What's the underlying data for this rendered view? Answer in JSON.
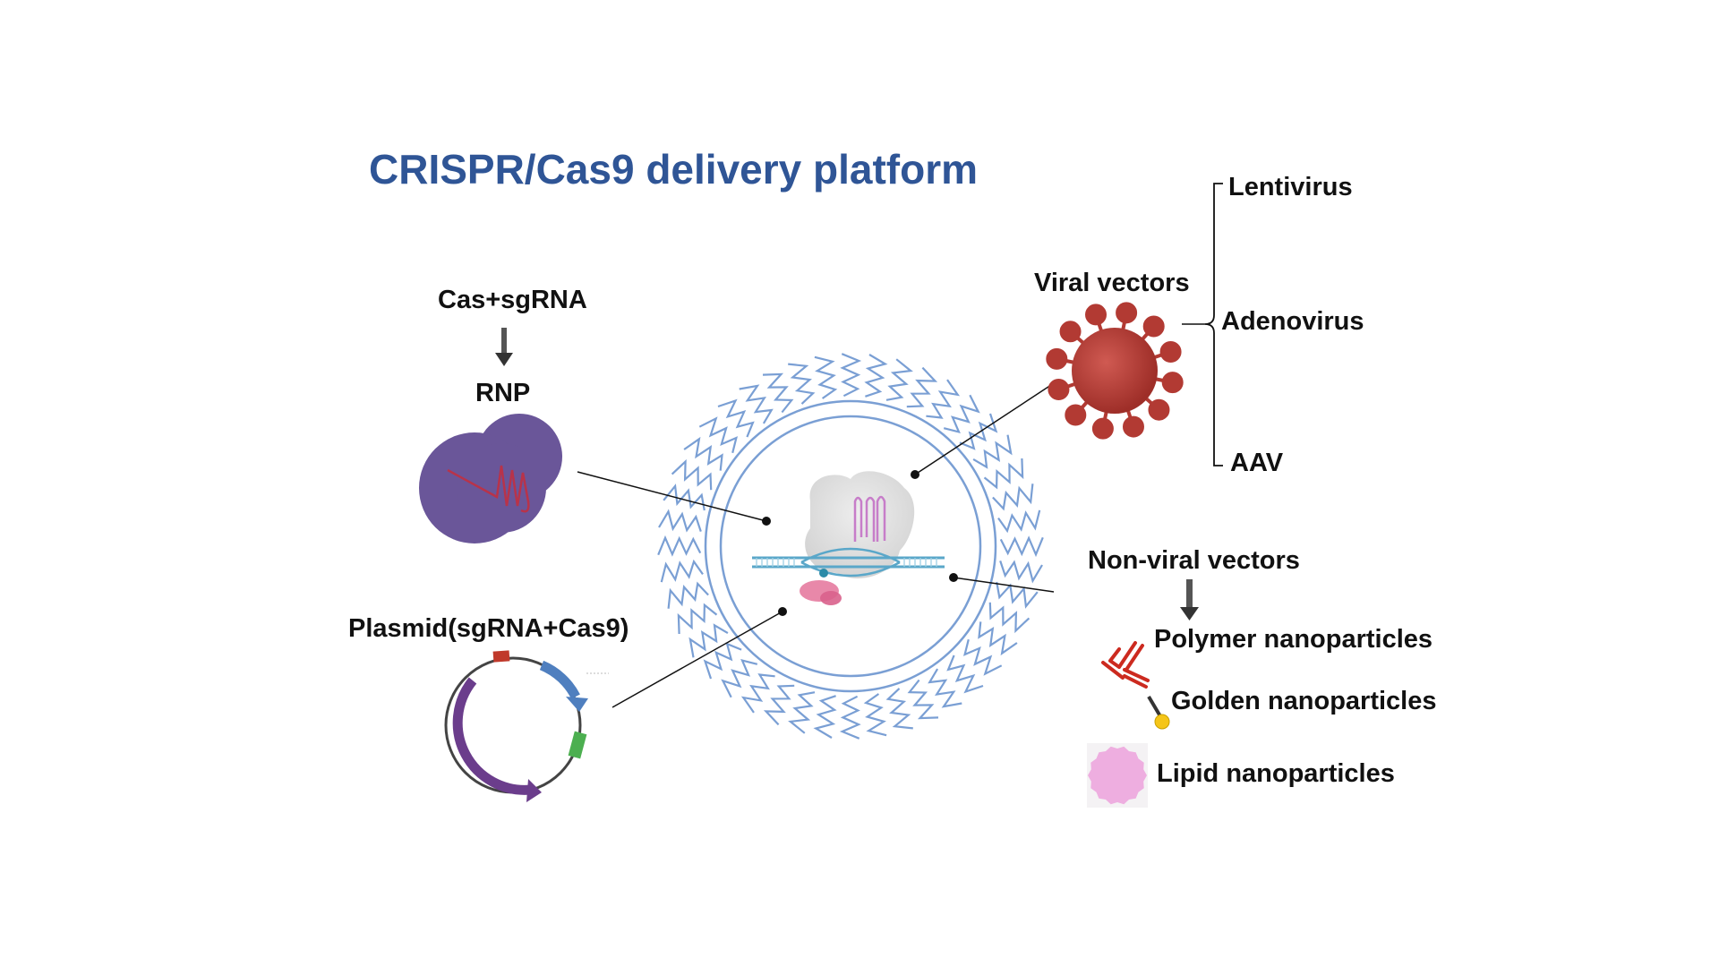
{
  "title": "CRISPR/Cas9 delivery platform",
  "rnp": {
    "input_label": "Cas+sgRNA",
    "label": "RNP"
  },
  "plasmid": {
    "label": "Plasmid(sgRNA+Cas9)"
  },
  "viral": {
    "label": "Viral vectors",
    "types": [
      "Lentivirus",
      "Adenovirus",
      "AAV"
    ]
  },
  "nonviral": {
    "label": "Non-viral vectors",
    "types": [
      "Polymer nanoparticles",
      "Golden nanoparticles",
      "Lipid nanoparticles"
    ]
  },
  "colors": {
    "title": "#2f5596",
    "membrane": "#7a9fd4",
    "rnp": "#6a5699",
    "virus": "#b23a33",
    "plasmid_purple": "#6b3d8c",
    "plasmid_blue": "#4f7fbf",
    "plasmid_green": "#4caf50",
    "plasmid_red": "#c0392b",
    "polymer": "#cc2a1f",
    "gold": "#f5c518",
    "lipid": "#eeaee0"
  },
  "icons": [
    "rnp-icon",
    "plasmid-icon",
    "virus-icon",
    "polymer-nanoparticle-icon",
    "gold-nanoparticle-icon",
    "lipid-nanoparticle-icon",
    "cas9-dna-complex-icon"
  ]
}
